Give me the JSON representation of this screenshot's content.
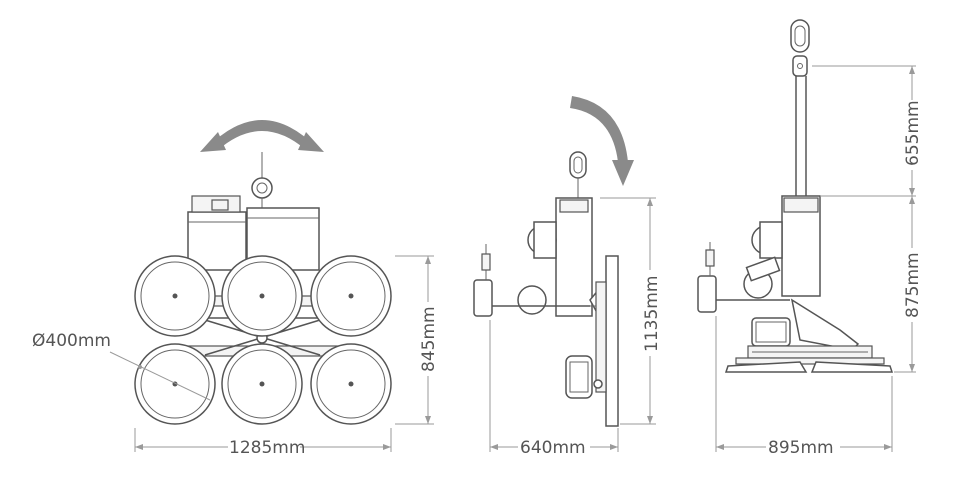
{
  "front_view": {
    "width_label": "1285mm",
    "height_label": "845mm",
    "diameter_label": "Ø400mm"
  },
  "side_view": {
    "width_label": "640mm",
    "height_label": "1135mm"
  },
  "rotated_view": {
    "width_label": "895mm",
    "upper_height_label": "655mm",
    "lower_height_label": "875mm"
  },
  "colors": {
    "line": "#555555",
    "dimension": "#9a9a9a",
    "arrow": "#8a8a8a"
  },
  "icons": {
    "rotate": "double-arc-arrow",
    "tilt": "curved-down-arrow"
  }
}
